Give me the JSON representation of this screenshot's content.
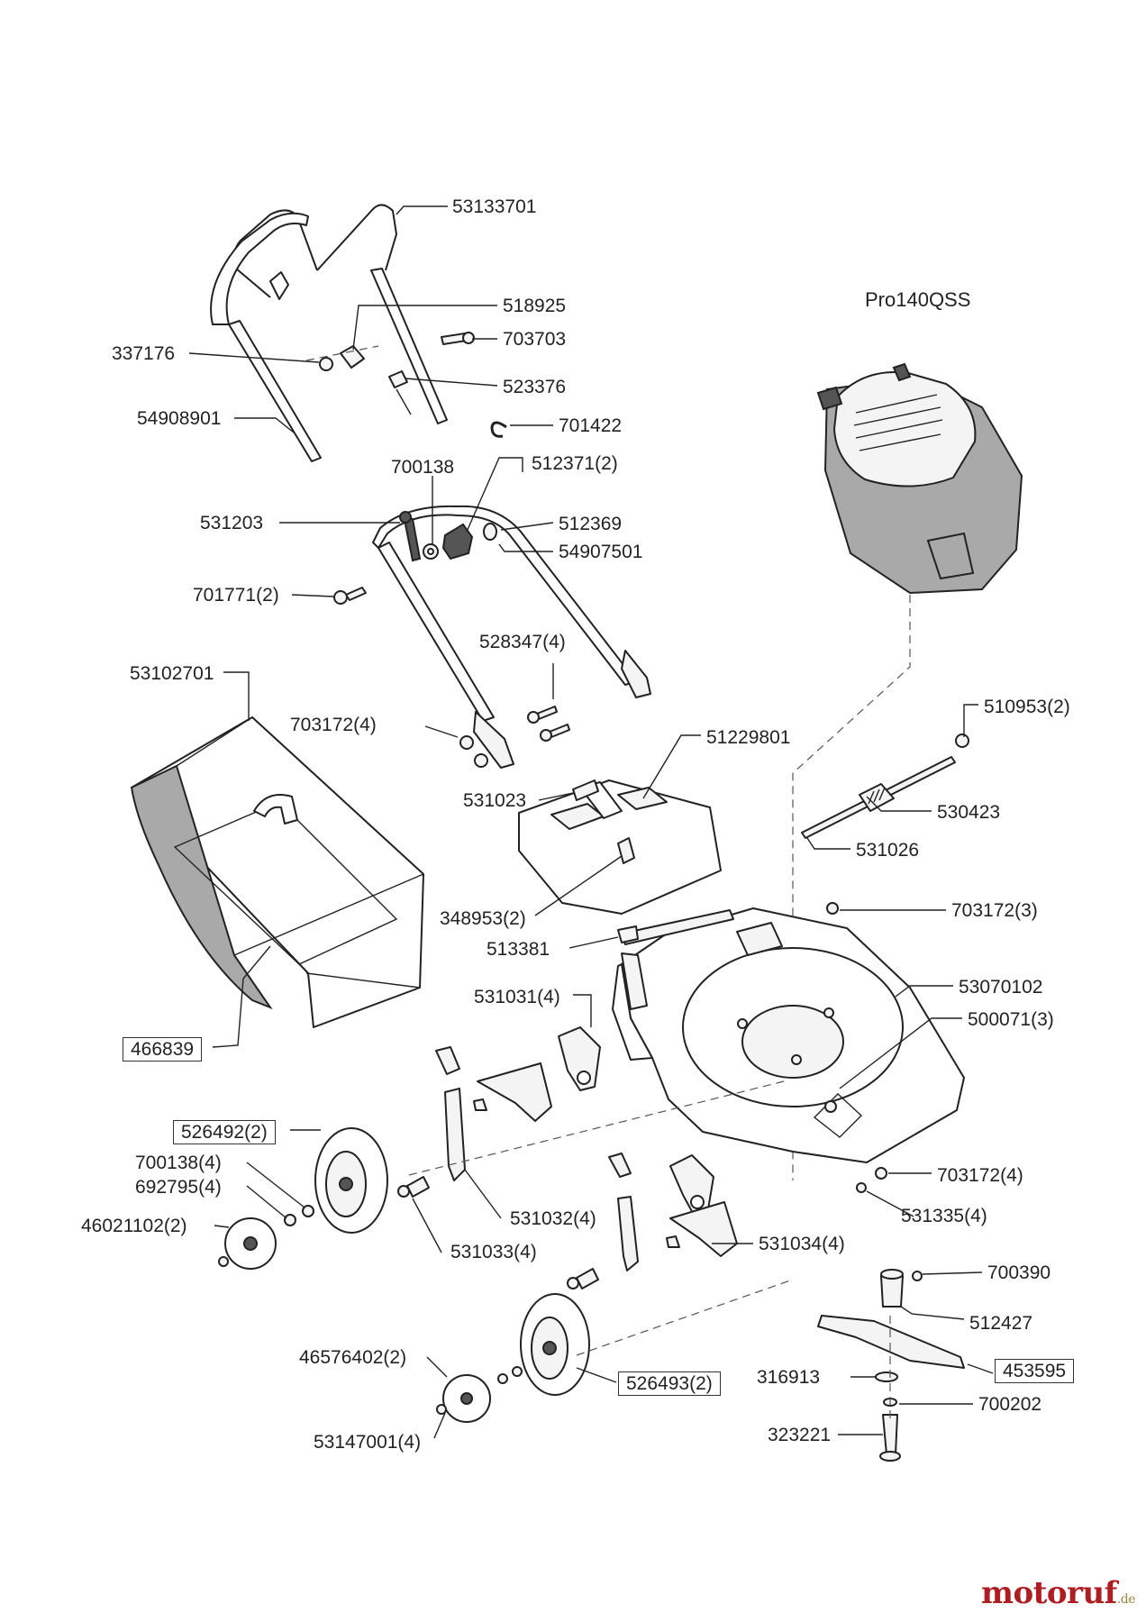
{
  "engine": {
    "model": "Pro140QSS"
  },
  "watermark": {
    "brand": "motoruf",
    "tld": ".de"
  },
  "labels": {
    "p53133701": "53133701",
    "p518925": "518925",
    "p703703": "703703",
    "p337176": "337176",
    "p523376": "523376",
    "p54908901": "54908901",
    "p701422": "701422",
    "p700138": "700138",
    "p512371": "512371(2)",
    "p531203": "531203",
    "p512369": "512369",
    "p54907501": "54907501",
    "p701771": "701771(2)",
    "p528347": "528347(4)",
    "p53102701": "53102701",
    "p703172_4a": "703172(4)",
    "p510953": "510953(2)",
    "p51229801": "51229801",
    "p531023": "531023",
    "p530423": "530423",
    "p531026": "531026",
    "p348953": "348953(2)",
    "p703172_3": "703172(3)",
    "p513381": "513381",
    "p53070102": "53070102",
    "p531031": "531031(4)",
    "p500071": "500071(3)",
    "p466839": "466839",
    "p526492": "526492(2)",
    "p700138_4": "700138(4)",
    "p692795": "692795(4)",
    "p703172_4b": "703172(4)",
    "p46021102": "46021102(2)",
    "p531335": "531335(4)",
    "p531032": "531032(4)",
    "p531033": "531033(4)",
    "p531034": "531034(4)",
    "p700390": "700390",
    "p512427": "512427",
    "p46576402": "46576402(2)",
    "p316913": "316913",
    "p453595": "453595",
    "p526493": "526493(2)",
    "p700202": "700202",
    "p323221": "323221",
    "p53147001": "53147001(4)"
  }
}
